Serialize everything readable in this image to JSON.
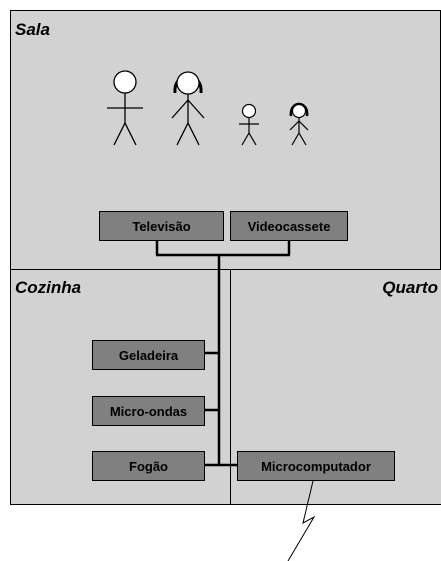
{
  "rooms": {
    "sala": "Sala",
    "cozinha": "Cozinha",
    "quarto": "Quarto"
  },
  "devices": {
    "televisao": "Televisão",
    "videocassete": "Videocassete",
    "geladeira": "Geladeira",
    "microondas": "Micro-ondas",
    "fogao": "Fogão",
    "microcomputador": "Microcomputador"
  },
  "people": [
    "adult-man-icon",
    "adult-woman-icon",
    "child-boy-icon",
    "child-girl-icon"
  ],
  "colors": {
    "room_fill": "#d2d2d2",
    "device_fill": "#808080",
    "line": "#000000"
  }
}
